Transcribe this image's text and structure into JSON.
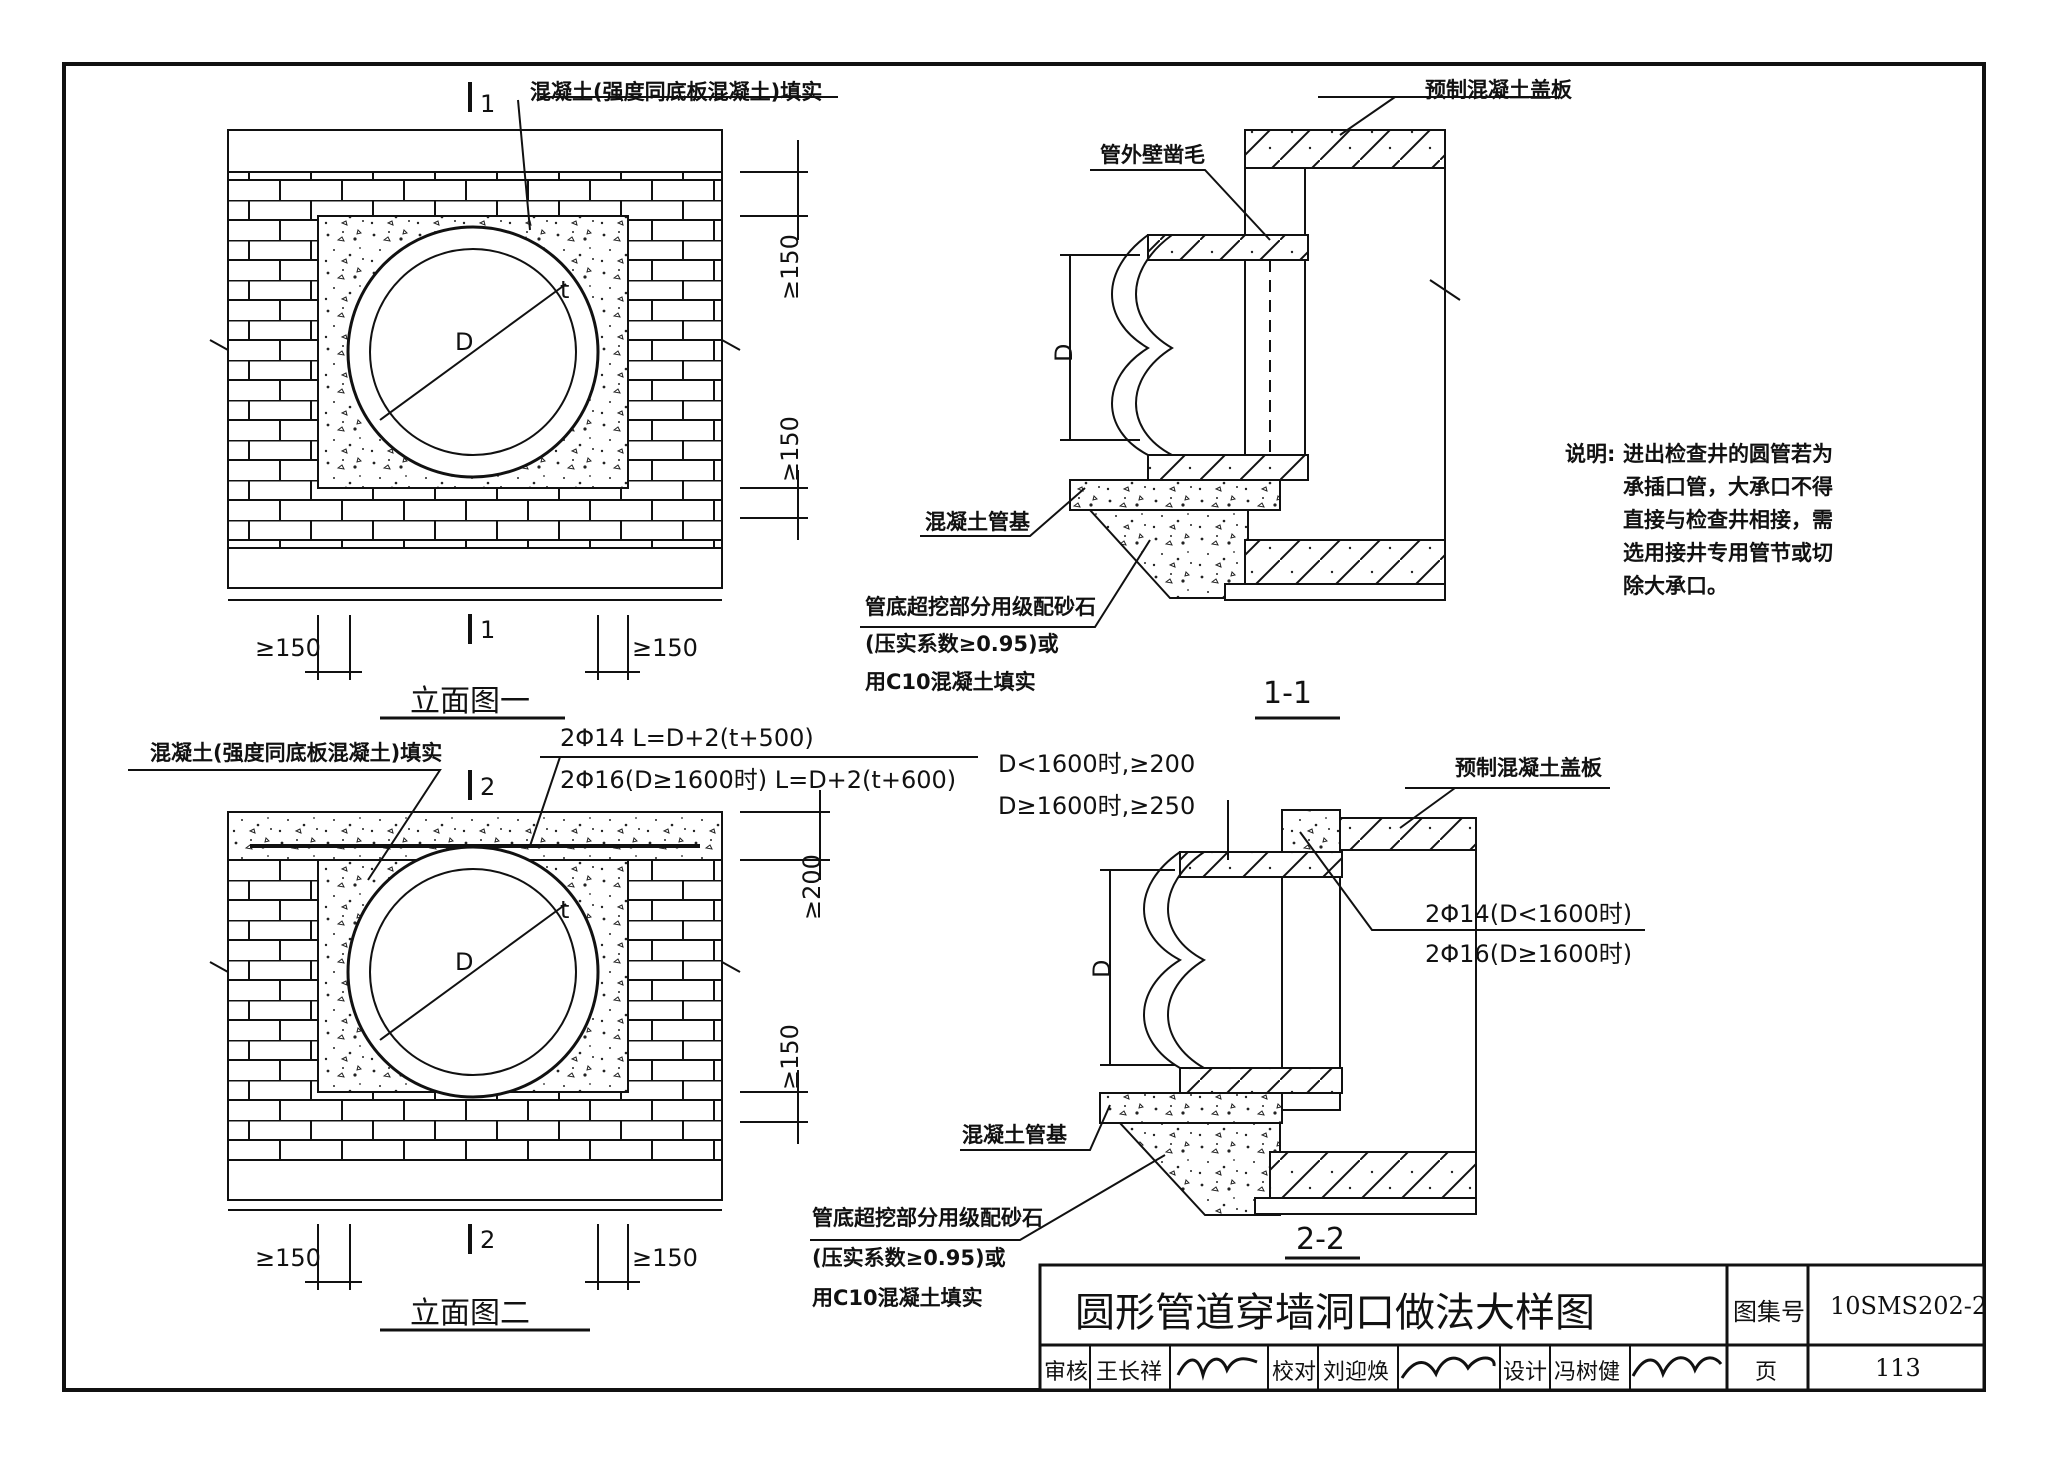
{
  "elev1": {
    "caption": "立面图一",
    "fill_note": "混凝土(强度同底板混凝土)填实",
    "section_mark": "1",
    "dim_top": "≥150",
    "dim_bottom": "≥150",
    "dim_left": "≥150",
    "dim_right": "≥150",
    "diameter": "D",
    "thickness": "t"
  },
  "elev2": {
    "caption": "立面图二",
    "fill_note": "混凝土(强度同底板混凝土)填实",
    "section_mark": "2",
    "rebar_line1": "2Φ14 L=D+2(t+500)",
    "rebar_line2": "2Φ16(D≥1600时) L=D+2(t+600)",
    "dim_top": "≥200",
    "dim_bottom": "≥150",
    "dim_left": "≥150",
    "dim_right": "≥150",
    "diameter": "D",
    "thickness": "t"
  },
  "sec1": {
    "caption": "1-1",
    "cover_slab": "预制混凝土盖板",
    "roughen": "管外壁凿毛",
    "pipe_base": "混凝土管基",
    "overdig_1": "管底超挖部分用级配砂石",
    "overdig_2": "(压实系数≥0.95)或",
    "overdig_3": "用C10混凝土填实",
    "diameter": "D"
  },
  "sec2": {
    "caption": "2-2",
    "cover_slab": "预制混凝土盖板",
    "cond_1": "D<1600时,≥200",
    "cond_2": "D≥1600时,≥250",
    "rebar_1": "2Φ14(D<1600时)",
    "rebar_2": "2Φ16(D≥1600时)",
    "pipe_base": "混凝土管基",
    "overdig_1": "管底超挖部分用级配砂石",
    "overdig_2": "(压实系数≥0.95)或",
    "overdig_3": "用C10混凝土填实",
    "diameter": "D"
  },
  "note": {
    "label": "说明:",
    "line1": "进出检查井的圆管若为",
    "line2": "承插口管，大承口不得",
    "line3": "直接与检查井相接，需",
    "line4": "选用接井专用管节或切",
    "line5": "除大承口。"
  },
  "title_block": {
    "title": "圆形管道穿墙洞口做法大样图",
    "atlas_label": "图集号",
    "atlas_no": "10SMS202-2",
    "review_label": "审核",
    "reviewer": "王长祥",
    "check_label": "校对",
    "checker": "刘迎焕",
    "design_label": "设计",
    "designer": "冯树健",
    "page_label": "页",
    "page_no": "113"
  }
}
